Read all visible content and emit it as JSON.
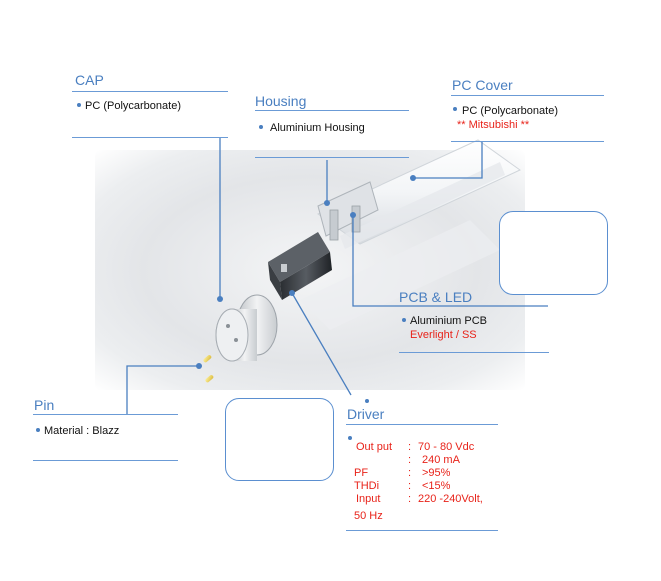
{
  "colors": {
    "title": "#4a7fc0",
    "rule": "#6b9bd6",
    "highlight_text": "#e8231a",
    "body_text": "#111111"
  },
  "callouts": {
    "cap": {
      "title": "CAP",
      "items": [
        "PC (Polycarbonate)"
      ]
    },
    "housing": {
      "title": "Housing",
      "items": [
        "Aluminium Housing"
      ]
    },
    "pc_cover": {
      "title": "PC Cover",
      "items": [
        "PC (Polycarbonate)"
      ],
      "highlight": "** Mitsubishi **"
    },
    "pcb_led": {
      "title": "PCB & LED",
      "items": [
        "Aluminium PCB"
      ],
      "highlight": "Everlight / SS"
    },
    "pin": {
      "title": "Pin",
      "items": [
        "Material : Blazz"
      ]
    },
    "driver": {
      "title": "Driver",
      "specs": [
        {
          "label": "Out put",
          "sep": ":",
          "value": "70 - 80 Vdc"
        },
        {
          "label": "",
          "sep": ":",
          "value": "240 mA"
        },
        {
          "label": "PF",
          "sep": ":",
          "value": ">95%"
        },
        {
          "label": "THDi",
          "sep": ":",
          "value": "<15%"
        },
        {
          "label": "Input",
          "sep": ":",
          "value": "220 -240Volt,"
        }
      ],
      "extra": "50 Hz"
    }
  }
}
